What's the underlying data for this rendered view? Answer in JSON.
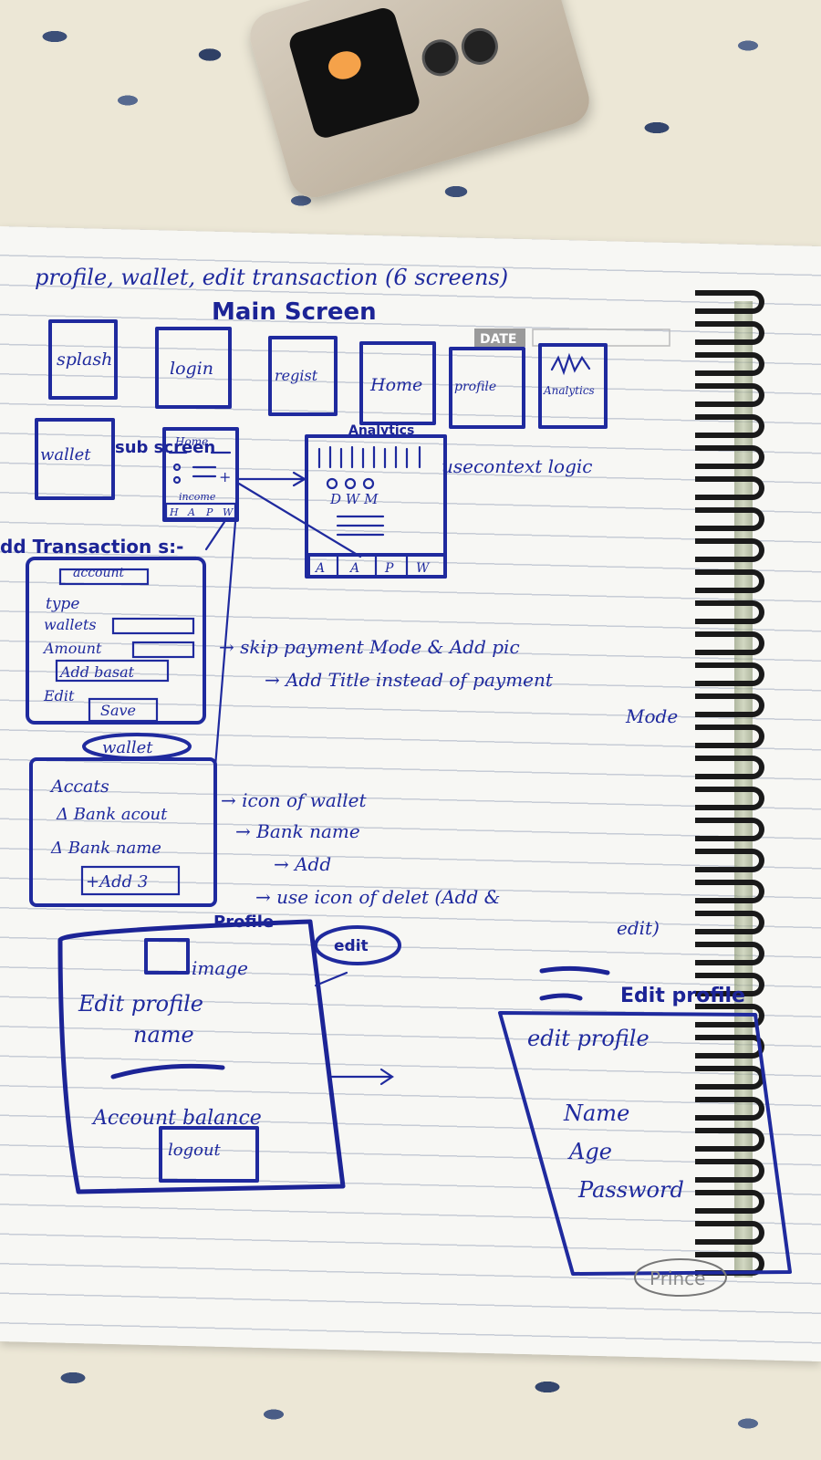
{
  "heading": "profile, wallet, edit transaction (6 screens)",
  "main_title": "Main Screen",
  "date_label": "DATE",
  "screens": [
    "splash",
    "login",
    "regist",
    "Home",
    "profile",
    "Analytics"
  ],
  "sub_screen": {
    "wallet": "wallet",
    "label": "sub screen",
    "home_mock": {
      "title": "Home",
      "income": "income",
      "tabs": [
        "H",
        "A",
        "P",
        "W"
      ]
    }
  },
  "analytics_mock": {
    "title": "Analytics",
    "filters": "D W M",
    "tabs": [
      "A",
      "A",
      "P",
      "W"
    ],
    "note": "usecontext logic"
  },
  "add_transaction": {
    "title": "dd Transaction s:-",
    "fields": [
      "account",
      "type",
      "wallets",
      "Amount",
      "Add basat",
      "Edit"
    ],
    "save": "Save",
    "notes": [
      "→ skip payment Mode & Add pic",
      "→ Add Title instead of payment",
      "Mode"
    ]
  },
  "wallet": {
    "tag": "wallet",
    "items": [
      "Accats",
      "Δ Bank acout",
      "Δ Bank name"
    ],
    "add_button": "+Add 3",
    "notes": [
      "→ icon of wallet",
      "→ Bank name",
      "→ Add",
      "→ use icon of delet (Add &",
      "edit)"
    ]
  },
  "profile": {
    "title": "Profile",
    "edit_tag": "edit",
    "image": "image",
    "fields": [
      "Edit profile",
      "name",
      "Account balance"
    ],
    "logout": "logout"
  },
  "edit_profile": {
    "title": "Edit profile",
    "heading": "edit profile",
    "fields": [
      "Name",
      "Age",
      "Password"
    ],
    "signature": "Prince"
  },
  "colors": {
    "ink": "#1f2a9e",
    "paper": "#f7f7f4",
    "rule": "#c7ccd6"
  }
}
